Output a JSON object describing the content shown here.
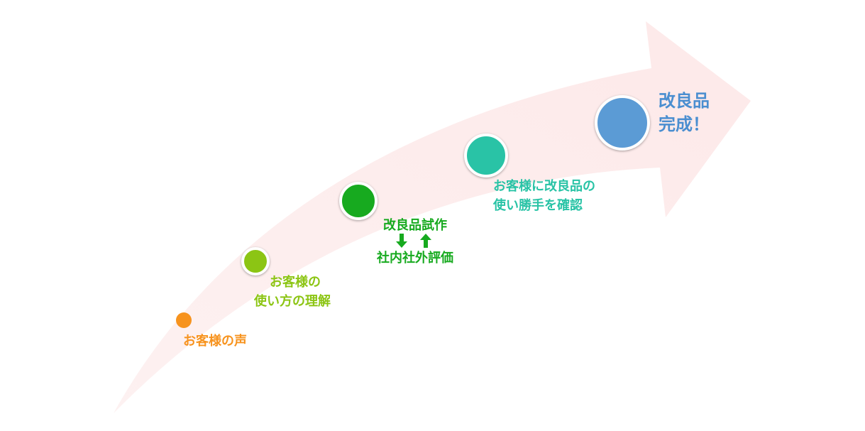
{
  "colors": {
    "arrow_fill": "#fdeeee",
    "arrow_fill_dark": "#fbe3e3",
    "stage1": "#f7931e",
    "stage2": "#8cc514",
    "stage3": "#17aa1f",
    "stage4": "#29c3a6",
    "stage5": "#5b9bd5",
    "mini_arrows": "#17aa1f"
  },
  "stages": [
    {
      "id": "voice",
      "lines": [
        "お客様の声"
      ],
      "color": "#f7931e"
    },
    {
      "id": "understanding",
      "lines": [
        "お客様の",
        "使い方の理解"
      ],
      "color": "#8cc514"
    },
    {
      "id": "prototype",
      "lines": [
        "改良品試作",
        "社内社外評価"
      ],
      "color": "#17aa1f",
      "arrows": [
        "down-arrow-icon",
        "up-arrow-icon"
      ]
    },
    {
      "id": "confirm",
      "lines": [
        "お客様に改良品の",
        "使い勝手を確認"
      ],
      "color": "#29c3a6"
    },
    {
      "id": "complete",
      "lines": [
        "改良品",
        "完成！"
      ],
      "color": "#5b9bd5"
    }
  ]
}
